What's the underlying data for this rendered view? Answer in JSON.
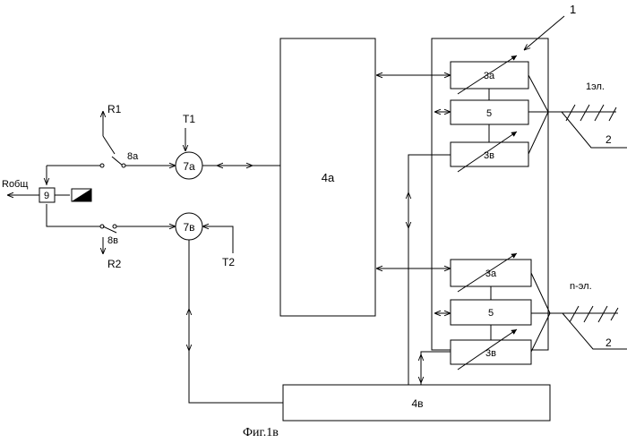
{
  "labels": {
    "block_4a": "4а",
    "block_4v": "4в",
    "group_number": "1",
    "el_top_3a": "3а",
    "el_top_5": "5",
    "el_top_3v": "3в",
    "el_bot_3a": "3а",
    "el_bot_5": "5",
    "el_bot_3v": "3в",
    "antenna_top": "1эл.",
    "antenna_bottom": "n-эл.",
    "ref_2_top": "2",
    "ref_2_bottom": "2",
    "r1": "R1",
    "r2": "R2",
    "t1": "T1",
    "t2": "T2",
    "sw_8a": "8а",
    "sw_8v": "8в",
    "circ_7a": "7а",
    "circ_7v": "7в",
    "block_9": "9",
    "r_total": "Rобщ"
  },
  "caption": "Фиг.1в",
  "colors": {
    "line": "#000000",
    "background": "#ffffff"
  }
}
